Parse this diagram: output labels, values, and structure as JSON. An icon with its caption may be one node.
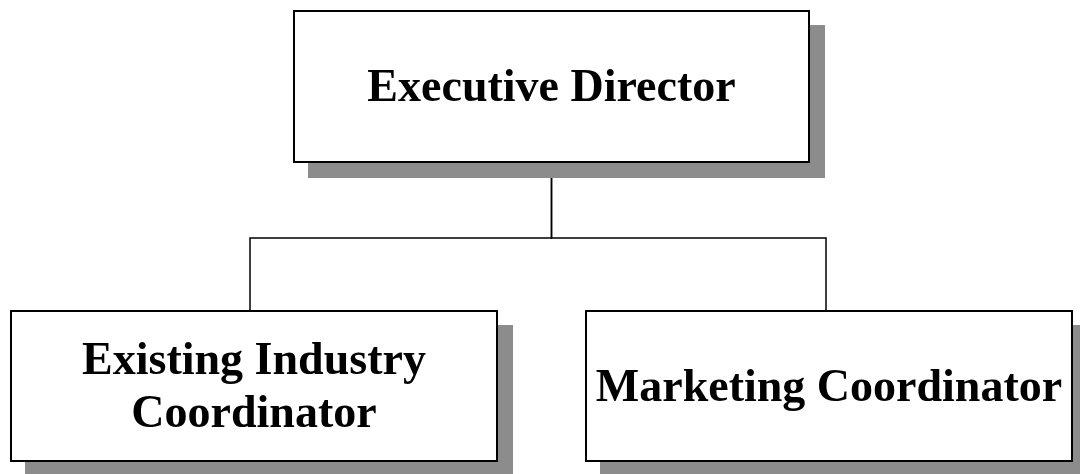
{
  "diagram": {
    "nodes": [
      {
        "text": [
          "Executive Director"
        ]
      },
      {
        "text": [
          "Existing Industry Coordinator"
        ]
      },
      {
        "text": [
          "Marketing Coordinator"
        ]
      }
    ],
    "edges": [
      {
        "from": 0,
        "to": 1,
        "arrow": "none"
      },
      {
        "from": 0,
        "to": 2,
        "arrow": "none"
      }
    ]
  }
}
